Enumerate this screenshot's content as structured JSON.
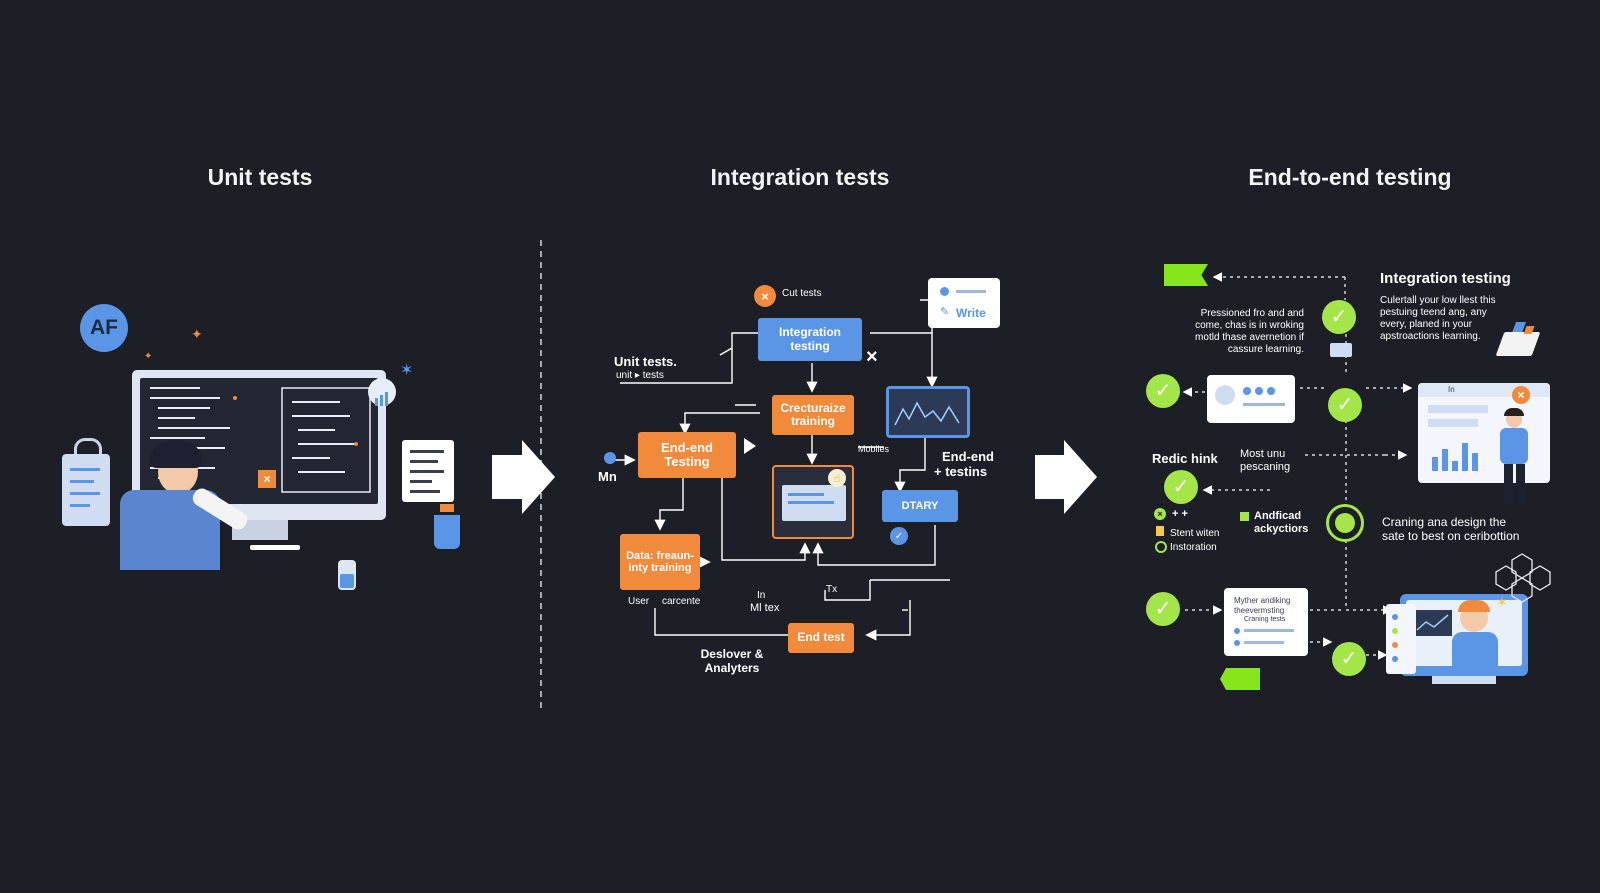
{
  "colors": {
    "background": "#1d1f27",
    "orange": "#f28a3c",
    "blue": "#5b96e6",
    "green": "#a4e64a",
    "white": "#ffffff"
  },
  "columns": {
    "unit": {
      "title": "Unit tests"
    },
    "integration": {
      "title": "Integration tests"
    },
    "e2e": {
      "title": "End-to-end testing"
    }
  },
  "unit_panel": {
    "avatar_badge": "AF",
    "icons": [
      "monitor-icon",
      "padlock-icon",
      "document-icon",
      "cup-icon",
      "bottle-icon",
      "person-icon"
    ]
  },
  "integration_panel": {
    "cut_tests": "Cut tests",
    "write_card": "Write",
    "integration_testing_box": "Integration testing",
    "unit_tests_label": "Unit tests.",
    "unit_tests_sub": "unit ▸ tests",
    "crecturaize_box": "Crecturaize training",
    "mobiles_label": "Mobiles",
    "end_end_box": "End-end Testing",
    "mn_label": "Mn",
    "end_end_testins": "End-end",
    "end_end_testins2": "+ testins",
    "dtary_box": "DTARY",
    "data_box": "Data: freaun-inty training",
    "user_label": "User",
    "carcente_label": "carcente",
    "in_label": "In",
    "ml_tex_label": "Ml tex",
    "tx_label": "Tx",
    "end_test_box": "End test",
    "deslover_label": "Deslover & Analyters"
  },
  "e2e_panel": {
    "integration_testing_title": "Integration testing",
    "integration_paragraph": "Culertall your low llest this\npestuing teend ang, any\nevery, planed in your\napstroactions learning.",
    "pressioned_paragraph": "Pressioned fro and and\ncome, chas is in wroking\nmotld thase avernetion if\ncassure learning.",
    "redic_hink": "Redic hink",
    "most_unu": "Most unu\npescaning",
    "plus_marks": "+ +",
    "silent_witten": "Stent witen",
    "instoration": "Instoration",
    "andificad": "Andficad\nackyctiors",
    "craning_paragraph": "Craning ana design the\nsate to best on ceribottion",
    "myther_card_line1": "Myther andiking",
    "myther_card_line2": "theevermsting",
    "myther_card_line3": "Craning tests",
    "dashboard_in": "In"
  }
}
